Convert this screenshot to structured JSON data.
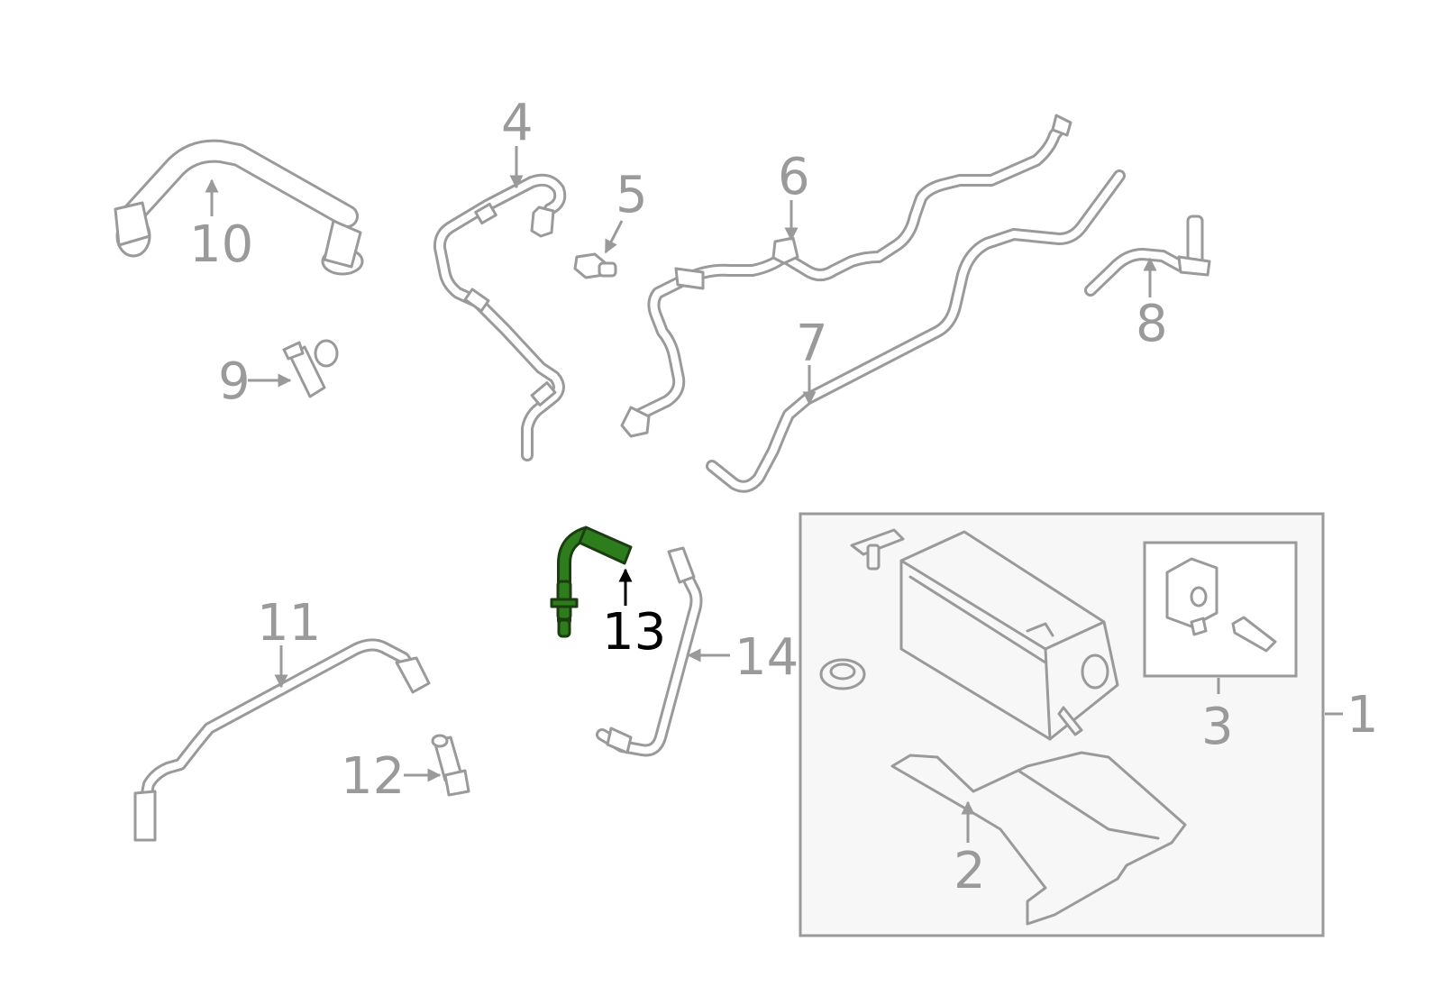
{
  "diagram": {
    "labels": {
      "p1": "1",
      "p2": "2",
      "p3": "3",
      "p4": "4",
      "p5": "5",
      "p6": "6",
      "p7": "7",
      "p8": "8",
      "p9": "9",
      "p10": "10",
      "p11": "11",
      "p12": "12",
      "p13": "13",
      "p14": "14"
    },
    "highlighted_part": "13",
    "colors": {
      "line": "#9a9a9a",
      "highlight": "#2e7d1d",
      "highlight_label": "#000000",
      "assembly_fill": "#f7f7f7",
      "background": "#ffffff"
    }
  }
}
